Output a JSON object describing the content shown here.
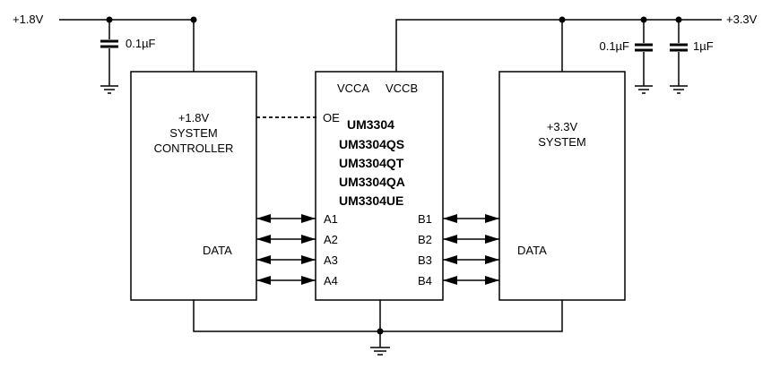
{
  "rails": {
    "left_voltage": "+1.8V",
    "right_voltage": "+3.3V"
  },
  "capacitors": {
    "left": "0.1µF",
    "right_a": "0.1µF",
    "right_b": "1µF"
  },
  "left_block": {
    "lines": [
      "+1.8V",
      "SYSTEM",
      "CONTROLLER"
    ],
    "data_label": "DATA"
  },
  "right_block": {
    "lines": [
      "+3.3V",
      "SYSTEM"
    ],
    "data_label": "DATA"
  },
  "chip": {
    "vcca": "VCCA",
    "vccb": "VCCB",
    "oe": "OE",
    "part_numbers": [
      "UM3304",
      "UM3304QS",
      "UM3304QT",
      "UM3304QA",
      "UM3304UE"
    ],
    "a_pins": [
      "A1",
      "A2",
      "A3",
      "A4"
    ],
    "b_pins": [
      "B1",
      "B2",
      "B3",
      "B4"
    ]
  },
  "colors": {
    "line": "#000000",
    "background": "#ffffff"
  }
}
